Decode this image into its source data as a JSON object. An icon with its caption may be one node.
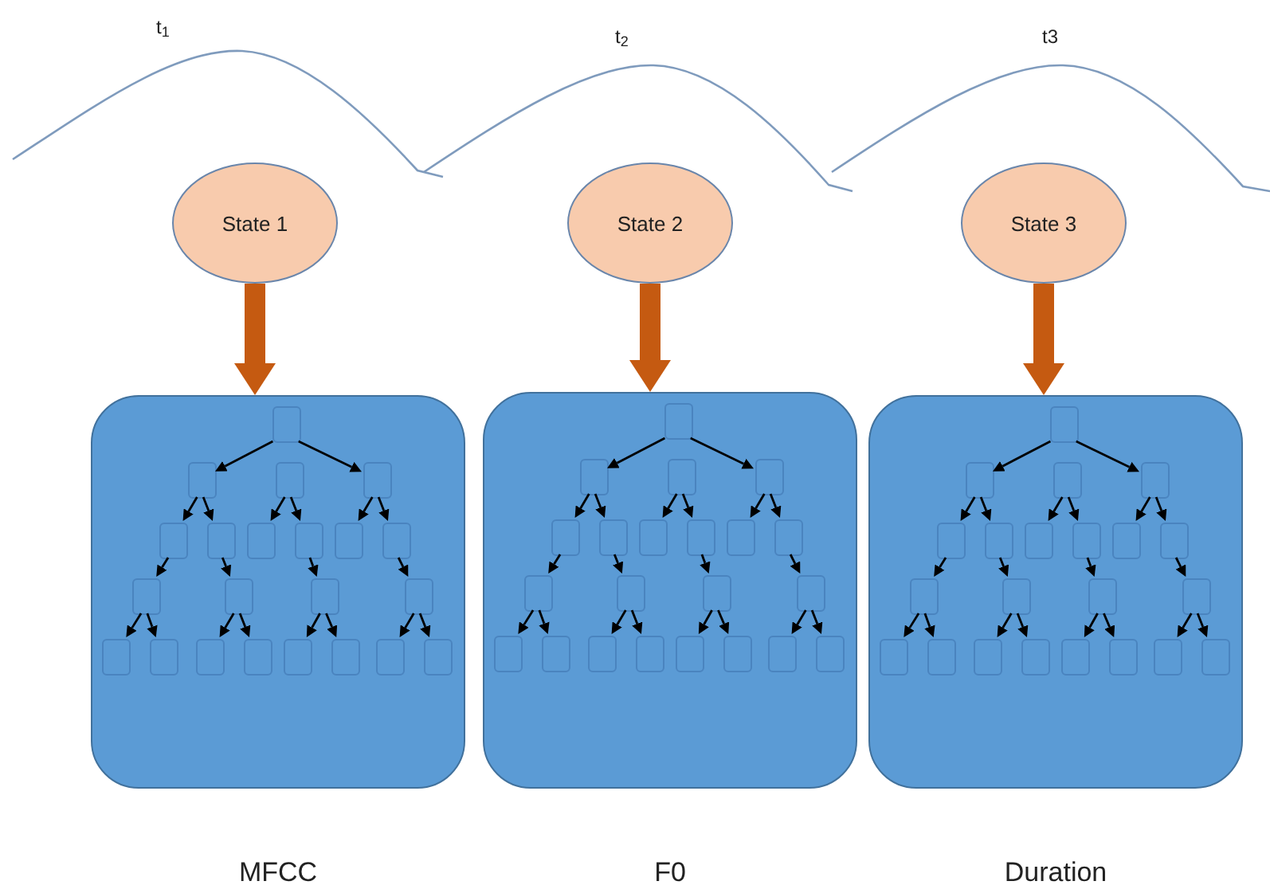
{
  "diagram": {
    "nodes": [
      {
        "text": [
          "State 1"
        ]
      },
      {
        "text": [],
        "shape": "box",
        "beside": [
          "MFCC"
        ]
      },
      {
        "text": [],
        "shape": "box",
        "in": 1
      },
      {
        "text": [],
        "shape": "box",
        "in": 1
      },
      {
        "text": [],
        "shape": "box",
        "in": 1
      },
      {
        "text": [],
        "shape": "box",
        "in": 1
      },
      {
        "text": [],
        "shape": "box",
        "in": 1
      },
      {
        "text": [],
        "shape": "box",
        "in": 1
      },
      {
        "text": [],
        "shape": "box",
        "in": 1
      },
      {
        "text": [],
        "shape": "box",
        "in": 1
      },
      {
        "text": [],
        "shape": "box",
        "in": 1
      },
      {
        "text": [],
        "shape": "box",
        "in": 1
      },
      {
        "text": [],
        "shape": "box",
        "in": 1
      },
      {
        "text": [],
        "shape": "box",
        "in": 1
      },
      {
        "text": [],
        "shape": "box",
        "in": 1
      },
      {
        "text": [],
        "shape": "box",
        "in": 1
      },
      {
        "text": [],
        "shape": "box",
        "in": 1
      },
      {
        "text": [],
        "shape": "box",
        "in": 1
      },
      {
        "text": [],
        "shape": "box",
        "in": 1
      },
      {
        "text": [],
        "shape": "box",
        "in": 1
      },
      {
        "text": [],
        "shape": "box",
        "in": 1
      },
      {
        "text": [],
        "shape": "box",
        "in": 1
      },
      {
        "text": [],
        "shape": "box",
        "in": 1
      },
      {
        "text": [],
        "shape": "box",
        "in": 1
      },
      {
        "text": [
          "State 2"
        ]
      },
      {
        "text": [],
        "shape": "box",
        "beside": [
          "F0"
        ]
      },
      {
        "text": [],
        "shape": "box",
        "in": 25
      },
      {
        "text": [],
        "shape": "box",
        "in": 25
      },
      {
        "text": [],
        "shape": "box",
        "in": 25
      },
      {
        "text": [],
        "shape": "box",
        "in": 25
      },
      {
        "text": [],
        "shape": "box",
        "in": 25
      },
      {
        "text": [],
        "shape": "box",
        "in": 25
      },
      {
        "text": [],
        "shape": "box",
        "in": 25
      },
      {
        "text": [],
        "shape": "box",
        "in": 25
      },
      {
        "text": [],
        "shape": "box",
        "in": 25
      },
      {
        "text": [],
        "shape": "box",
        "in": 25
      },
      {
        "text": [],
        "shape": "box",
        "in": 25
      },
      {
        "text": [],
        "shape": "box",
        "in": 25
      },
      {
        "text": [],
        "shape": "box",
        "in": 25
      },
      {
        "text": [],
        "shape": "box",
        "in": 25
      },
      {
        "text": [],
        "shape": "box",
        "in": 25
      },
      {
        "text": [],
        "shape": "box",
        "in": 25
      },
      {
        "text": [],
        "shape": "box",
        "in": 25
      },
      {
        "text": [],
        "shape": "box",
        "in": 25
      },
      {
        "text": [],
        "shape": "box",
        "in": 25
      },
      {
        "text": [],
        "shape": "box",
        "in": 25
      },
      {
        "text": [],
        "shape": "box",
        "in": 25
      },
      {
        "text": [],
        "shape": "box",
        "in": 25
      },
      {
        "text": [
          "State 3"
        ]
      },
      {
        "text": [],
        "shape": "box",
        "beside": [
          "Duration"
        ]
      },
      {
        "text": [],
        "shape": "box",
        "in": 49
      },
      {
        "text": [],
        "shape": "box",
        "in": 49
      },
      {
        "text": [],
        "shape": "box",
        "in": 49
      },
      {
        "text": [],
        "shape": "box",
        "in": 49
      },
      {
        "text": [],
        "shape": "box",
        "in": 49
      },
      {
        "text": [],
        "shape": "box",
        "in": 49
      },
      {
        "text": [],
        "shape": "box",
        "in": 49
      },
      {
        "text": [],
        "shape": "box",
        "in": 49
      },
      {
        "text": [],
        "shape": "box",
        "in": 49
      },
      {
        "text": [],
        "shape": "box",
        "in": 49
      },
      {
        "text": [],
        "shape": "box",
        "in": 49
      },
      {
        "text": [],
        "shape": "box",
        "in": 49
      },
      {
        "text": [],
        "shape": "box",
        "in": 49
      },
      {
        "text": [],
        "shape": "box",
        "in": 49
      },
      {
        "text": [],
        "shape": "box",
        "in": 49
      },
      {
        "text": [],
        "shape": "box",
        "in": 49
      },
      {
        "text": [],
        "shape": "box",
        "in": 49
      },
      {
        "text": [],
        "shape": "box",
        "in": 49
      },
      {
        "text": [],
        "shape": "box",
        "in": 49
      },
      {
        "text": [],
        "shape": "box",
        "in": 49
      },
      {
        "text": [],
        "shape": "box",
        "in": 49
      },
      {
        "text": [],
        "shape": "box",
        "in": 49
      }
    ],
    "edges": [
      {
        "from": 0,
        "to": 1,
        "arrow": "to",
        "style": "thick",
        "color": "#c55a11"
      },
      {
        "from": 2,
        "to": 3,
        "arrow": "to"
      },
      {
        "from": 2,
        "to": 5,
        "arrow": "to"
      },
      {
        "from": 3,
        "to": 6,
        "arrow": "to"
      },
      {
        "from": 3,
        "to": 7,
        "arrow": "to"
      },
      {
        "from": 4,
        "to": 8,
        "arrow": "to"
      },
      {
        "from": 4,
        "to": 9,
        "arrow": "to"
      },
      {
        "from": 5,
        "to": 10,
        "arrow": "to"
      },
      {
        "from": 5,
        "to": 11,
        "arrow": "to"
      },
      {
        "from": 6,
        "to": 12,
        "arrow": "to"
      },
      {
        "from": 7,
        "to": 13,
        "arrow": "to"
      },
      {
        "from": 9,
        "to": 14,
        "arrow": "to"
      },
      {
        "from": 11,
        "to": 15,
        "arrow": "to"
      },
      {
        "from": 12,
        "to": 16,
        "arrow": "to"
      },
      {
        "from": 12,
        "to": 17,
        "arrow": "to"
      },
      {
        "from": 13,
        "to": 18,
        "arrow": "to"
      },
      {
        "from": 13,
        "to": 19,
        "arrow": "to"
      },
      {
        "from": 14,
        "to": 20,
        "arrow": "to"
      },
      {
        "from": 14,
        "to": 21,
        "arrow": "to"
      },
      {
        "from": 15,
        "to": 22,
        "arrow": "to"
      },
      {
        "from": 15,
        "to": 23,
        "arrow": "to"
      },
      {
        "from": 24,
        "to": 25,
        "arrow": "to",
        "style": "thick",
        "color": "#c55a11"
      },
      {
        "from": 26,
        "to": 27,
        "arrow": "to"
      },
      {
        "from": 26,
        "to": 29,
        "arrow": "to"
      },
      {
        "from": 27,
        "to": 30,
        "arrow": "to"
      },
      {
        "from": 27,
        "to": 31,
        "arrow": "to"
      },
      {
        "from": 28,
        "to": 32,
        "arrow": "to"
      },
      {
        "from": 28,
        "to": 33,
        "arrow": "to"
      },
      {
        "from": 29,
        "to": 34,
        "arrow": "to"
      },
      {
        "from": 29,
        "to": 35,
        "arrow": "to"
      },
      {
        "from": 30,
        "to": 36,
        "arrow": "to"
      },
      {
        "from": 31,
        "to": 37,
        "arrow": "to"
      },
      {
        "from": 33,
        "to": 38,
        "arrow": "to"
      },
      {
        "from": 35,
        "to": 39,
        "arrow": "to"
      },
      {
        "from": 36,
        "to": 40,
        "arrow": "to"
      },
      {
        "from": 36,
        "to": 41,
        "arrow": "to"
      },
      {
        "from": 37,
        "to": 42,
        "arrow": "to"
      },
      {
        "from": 37,
        "to": 43,
        "arrow": "to"
      },
      {
        "from": 38,
        "to": 44,
        "arrow": "to"
      },
      {
        "from": 38,
        "to": 45,
        "arrow": "to"
      },
      {
        "from": 39,
        "to": 46,
        "arrow": "to"
      },
      {
        "from": 39,
        "to": 47,
        "arrow": "to"
      },
      {
        "from": 48,
        "to": 49,
        "arrow": "to",
        "style": "thick",
        "color": "#c55a11"
      },
      {
        "from": 50,
        "to": 51,
        "arrow": "to"
      },
      {
        "from": 50,
        "to": 53,
        "arrow": "to"
      },
      {
        "from": 51,
        "to": 54,
        "arrow": "to"
      },
      {
        "from": 51,
        "to": 55,
        "arrow": "to"
      },
      {
        "from": 52,
        "to": 56,
        "arrow": "to"
      },
      {
        "from": 52,
        "to": 57,
        "arrow": "to"
      },
      {
        "from": 53,
        "to": 58,
        "arrow": "to"
      },
      {
        "from": 53,
        "to": 59,
        "arrow": "to"
      },
      {
        "from": 54,
        "to": 60,
        "arrow": "to"
      },
      {
        "from": 55,
        "to": 61,
        "arrow": "to"
      },
      {
        "from": 57,
        "to": 62,
        "arrow": "to"
      },
      {
        "from": 59,
        "to": 63,
        "arrow": "to"
      },
      {
        "from": 60,
        "to": 64,
        "arrow": "to"
      },
      {
        "from": 60,
        "to": 65,
        "arrow": "to"
      },
      {
        "from": 61,
        "to": 66,
        "arrow": "to"
      },
      {
        "from": 61,
        "to": 67,
        "arrow": "to"
      },
      {
        "from": 62,
        "to": 68,
        "arrow": "to"
      },
      {
        "from": 62,
        "to": 69,
        "arrow": "to"
      },
      {
        "from": 63,
        "to": 70,
        "arrow": "to"
      },
      {
        "from": 63,
        "to": 71,
        "arrow": "to"
      }
    ],
    "labels": [
      "t$_{1}$",
      "t$_{2}$",
      "t3"
    ]
  }
}
